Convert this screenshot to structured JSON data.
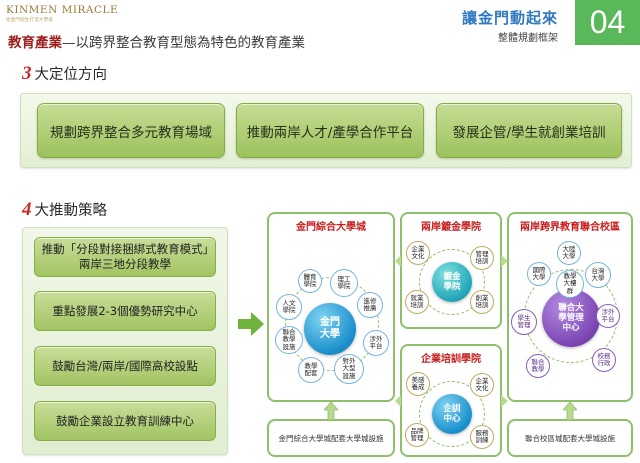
{
  "header": {
    "logo_main": "KINMEN MIRACLE",
    "logo_sub": "從金門創生打造大學城",
    "headline_a": "教育產業",
    "headline_b": "—以跨界整合教育型態為特色的教育產業",
    "title": "讓金門動起來",
    "subtitle": "整體規劃框架",
    "page_number": "04"
  },
  "positioning": {
    "num": "3",
    "title": "大定位方向",
    "items": [
      "規劃跨界整合多元教育場域",
      "推動兩岸人才/產學合作平台",
      "發展企管/學生就創業培訓"
    ]
  },
  "strategies": {
    "num": "4",
    "title": "大推動策略",
    "items": [
      "推動「分段對接捆綁式教育模式」兩岸三地分段教學",
      "重點發展2-3個優勢研究中心",
      "鼓勵台灣/兩岸/國際高校設點",
      "鼓勵企業設立教育訓練中心"
    ]
  },
  "diagram": {
    "campus": {
      "title": "金門綜合大學城",
      "core": "金門\n大學",
      "bubbles": [
        "體育\n學院",
        "理工\n學院",
        "進修\n推廣",
        "涉外\n平台",
        "對外\n大型\n設施",
        "教學\n配套",
        "聯合\n教學\n設施",
        "人文\n學院"
      ],
      "footer": "金門綜合大學城配套大學城設施"
    },
    "gilding": {
      "title": "兩岸鍍金學院",
      "core": "鍍金\n學院",
      "bubbles": [
        "企業\n文化",
        "管理\n培訓",
        "創業\n培訓",
        "就業\n培訓"
      ]
    },
    "enterprise": {
      "title": "企業培訓學院",
      "core": "企訓\n中心",
      "bubbles": [
        "美感\n養成",
        "企業\n文化",
        "服務\n訓練",
        "品牌\n管理"
      ]
    },
    "alliance": {
      "title": "兩岸跨界教育聯合校區",
      "core": "聯合大\n學管理\n中心",
      "bubbles": [
        "大陸\n大學",
        "台灣\n大學",
        "涉外\n平台",
        "校務\n行政",
        "聯合\n教學",
        "學生\n管理",
        "國際\n大學",
        "教學\n大樓\n群"
      ],
      "footer": "聯合校區城配套大學城設施"
    }
  },
  "colors": {
    "accent_green": "#58b85a",
    "title_blue": "#2f79c0",
    "strategy_red": "#cf2424",
    "box_border": "#8cc06b"
  }
}
